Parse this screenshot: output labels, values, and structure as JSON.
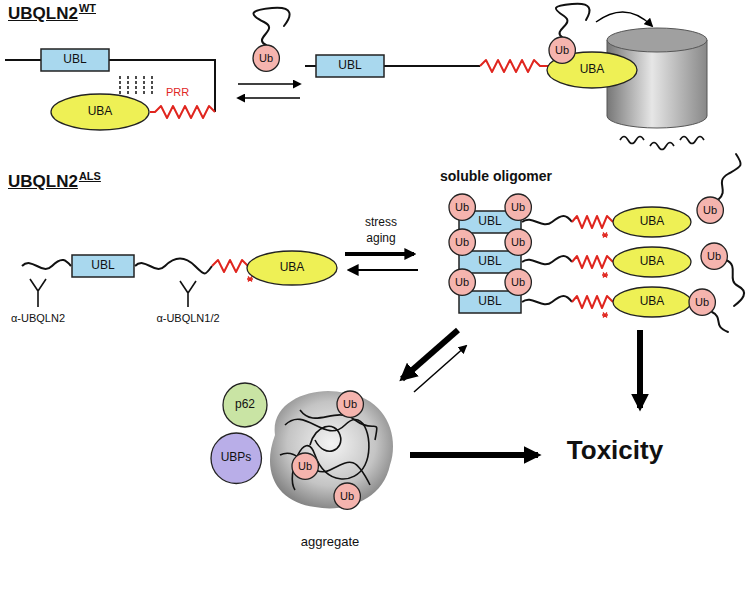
{
  "diagram": {
    "nodes": [
      {
        "text": [
          "UBL"
        ]
      },
      {
        "text": [
          "UBA"
        ]
      },
      {
        "text": [
          "Ub"
        ]
      },
      {
        "text": [
          "UBL"
        ]
      },
      {
        "text": [
          "UBA"
        ]
      },
      {
        "text": [
          "Ub"
        ]
      },
      {
        "text": [
          "UBL"
        ]
      },
      {
        "text": [
          "UBA"
        ]
      },
      {
        "text": [
          "UBL"
        ]
      },
      {
        "text": [
          "UBL"
        ]
      },
      {
        "text": [
          "UBL"
        ]
      },
      {
        "text": [
          "Ub"
        ]
      },
      {
        "text": [
          "Ub"
        ]
      },
      {
        "text": [
          "Ub"
        ]
      },
      {
        "text": [
          "Ub"
        ]
      },
      {
        "text": [
          "Ub"
        ]
      },
      {
        "text": [
          "Ub"
        ]
      },
      {
        "text": [
          "UBA"
        ]
      },
      {
        "text": [
          "UBA"
        ]
      },
      {
        "text": [
          "UBA"
        ]
      },
      {
        "text": [
          "Ub"
        ]
      },
      {
        "text": [
          "Ub"
        ]
      },
      {
        "text": [
          "Ub"
        ]
      },
      {
        "text": [
          "p62"
        ]
      },
      {
        "text": [
          "UBPs"
        ]
      },
      {
        "text": [
          "aggregate"
        ]
      },
      {
        "text": [
          "Ub"
        ],
        "in": 25
      },
      {
        "text": [
          "Ub"
        ],
        "in": 25
      },
      {
        "text": [
          "Ub"
        ],
        "in": 25
      }
    ],
    "labels": [
      "UBQLN2",
      "WT",
      "PRR",
      "UBQLN2",
      "ALS",
      "α-UBQLN2",
      "α-UBQLN1/2",
      "stress",
      "aging",
      "soluble oligomer",
      "Toxicity"
    ]
  }
}
